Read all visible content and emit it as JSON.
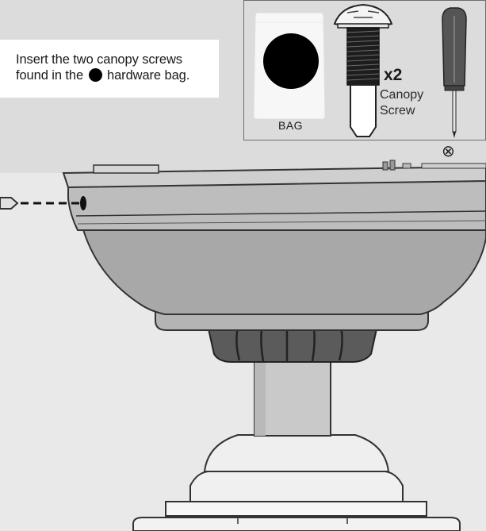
{
  "instruction": {
    "line1": "Insert the two canopy screws",
    "line2_before": "found in the",
    "line2_after": "hardware bag."
  },
  "inset": {
    "bag_label": "BAG",
    "quantity": "x2",
    "screw_word1": "Canopy",
    "screw_word2": "Screw"
  },
  "tool": {
    "symbol": "⊗",
    "icon": "phillips-screwdriver-icon"
  },
  "colors": {
    "background": "#e6e6e6",
    "canopy_body": "#a7a7a7",
    "outline": "#333333",
    "bag_dot": "#000000"
  }
}
